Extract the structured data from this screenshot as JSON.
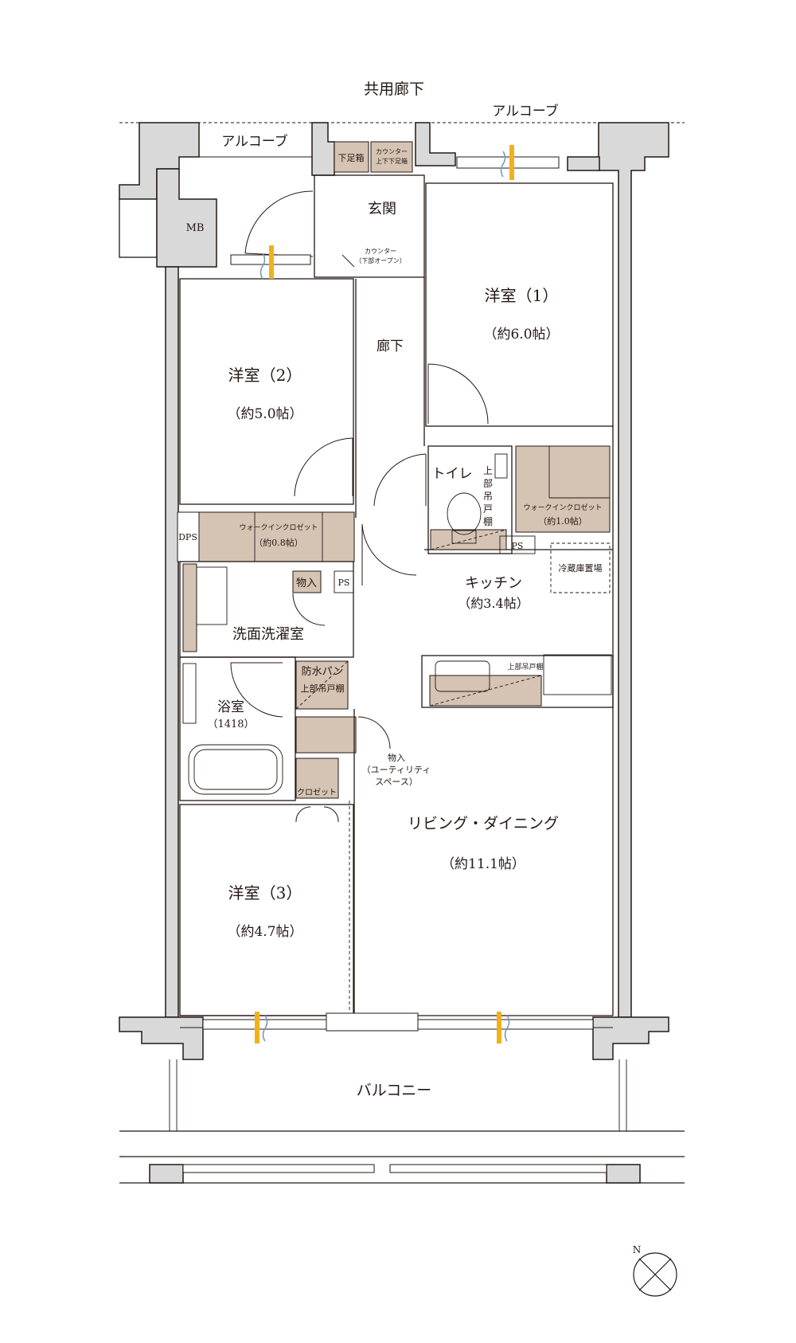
{
  "labels": {
    "common_corridor": "共用廊下",
    "alcove_right": "アルコーブ",
    "alcove_left": "アルコーブ",
    "mb": "MB",
    "shoe_box_lower": "下足箱",
    "counter_shoe": "カウンター",
    "counter_shoe_sub": "上下下足箱",
    "entrance": "玄関",
    "counter_open": "カウンター",
    "counter_open_sub": "（下部オープン）",
    "western1_name": "洋室（1）",
    "western1_size": "（約6.0帖）",
    "corridor": "廊下",
    "western2_name": "洋室（2）",
    "western2_size": "（約5.0帖）",
    "toilet": "トイレ",
    "upper_cabinet_v1": "上",
    "upper_cabinet_v2": "部",
    "upper_cabinet_v3": "吊",
    "upper_cabinet_v4": "戸",
    "upper_cabinet_v5": "棚",
    "wic_right_name": "ウォークインクロゼット",
    "wic_right_size": "（約1.0帖）",
    "dps": "DPS",
    "wic_left_name": "ウォークインクロゼット",
    "wic_left_size": "（約0.8帖）",
    "ps_kitchen": "PS",
    "fridge": "冷蔵庫置場",
    "kitchen_name": "キッチン",
    "kitchen_size": "（約3.4帖）",
    "storage_small": "物入",
    "ps_wash": "PS",
    "washroom": "洗面洗濯室",
    "upper_cabinet_kitchen": "上部吊戸棚",
    "waterproof_pan": "防水パン",
    "upper_cabinet_wash": "上部吊戸棚",
    "bathroom_name": "浴室",
    "bathroom_size": "（1418）",
    "utility_1": "物入",
    "utility_2": "（ユーティリティ",
    "utility_3": "スペース）",
    "closet": "クロゼット",
    "living_name": "リビング・ダイニング",
    "living_size": "（約11.1帖）",
    "western3_name": "洋室（3）",
    "western3_size": "（約4.7帖）",
    "balcony": "バルコニー",
    "north": "N"
  },
  "colors": {
    "wall_fill": "#d9d9d9",
    "storage_fill": "#d5c3b3",
    "line": "#231815",
    "floor_heating_mark": "#f2b11b",
    "window_wave": "#7a9ab5"
  }
}
